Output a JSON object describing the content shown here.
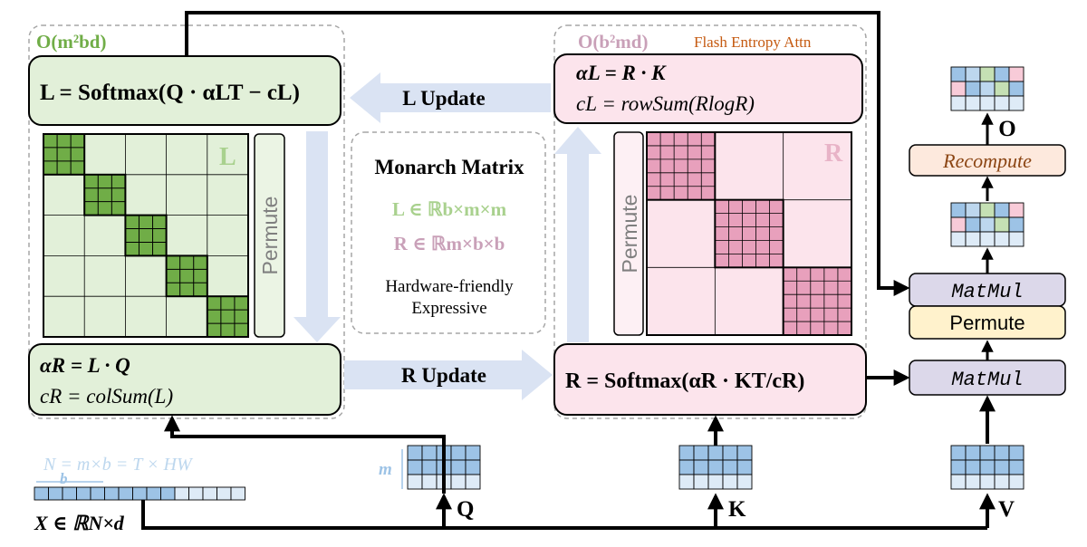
{
  "left_panel": {
    "complexity": "O(m²bd)",
    "l_formula": "L = Softmax(Q · αLT − cL)",
    "matrix_label": "L",
    "permute_label": "Permute",
    "alpha_r_formula": "αR = L · Q",
    "c_r_formula": "cR = colSum(L)"
  },
  "right_panel": {
    "complexity": "O(b²md)",
    "subtitle": "Flash Entropy Attn",
    "alpha_l_formula": "αL = R · K",
    "c_l_formula": "cL = rowSum(RlogR)",
    "matrix_label": "R",
    "permute_label": "Permute",
    "r_formula": "R = Softmax(αR · KT/cR)"
  },
  "middle": {
    "l_update": "L Update",
    "r_update": "R Update",
    "monarch_title": "Monarch Matrix",
    "l_def": "L ∈ ℝb×m×m",
    "r_def": "R ∈ ℝm×b×b",
    "desc1": "Hardware-friendly",
    "desc2": "Expressive"
  },
  "pipeline": {
    "recompute": "Recompute",
    "matmul_top": "MatMul",
    "permute": "Permute",
    "matmul_bottom": "MatMul",
    "output_label": "O"
  },
  "inputs": {
    "n_formula": "N = m×b = T × HW",
    "b_label": "b",
    "m_label": "m",
    "x_formula": "X ∈ ℝN×d",
    "q_label": "Q",
    "k_label": "K",
    "v_label": "V"
  },
  "colors": {
    "green_fill": "#e2f0d9",
    "green_block": "#70ad47",
    "pink_fill": "#fce4ec",
    "pink_block": "#e8a0bc",
    "update_arrow": "#dae3f3",
    "token_blue": "#9dc3e6",
    "matmul_fill": "#dcd8ea",
    "permute_fill": "#fff2cc",
    "recompute_fill": "#fde9dd",
    "recompute_text": "#8b4513",
    "complexity_green": "#70ad47",
    "complexity_pink": "#c9a0b8",
    "flash_orange": "#c55a11"
  }
}
